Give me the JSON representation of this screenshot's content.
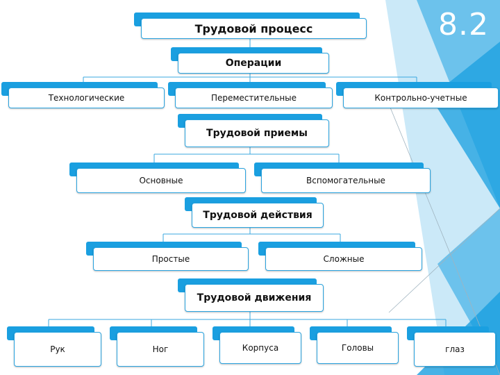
{
  "slide_number": "8.2",
  "colors": {
    "accent": "#1a9fe0",
    "border": "#29a3df",
    "decor_light": "#cbe9f8",
    "decor_mid": "#6cc2ec"
  },
  "nodes": {
    "process": "Трудовой процесс",
    "operations": "Операции",
    "technological": "Технологические",
    "moving": "Переместительные",
    "control": "Контрольно-учетные",
    "techniques": "Трудовой приемы",
    "basic": "Основные",
    "auxiliary": "Вспомогательные",
    "actions": "Трудовой действия",
    "simple": "Простые",
    "complex": "Сложные",
    "movements": "Трудовой движения",
    "hands": "Рук",
    "legs": "Ног",
    "body": "Корпуса",
    "heads": "Головы",
    "eyes": "глаз"
  }
}
